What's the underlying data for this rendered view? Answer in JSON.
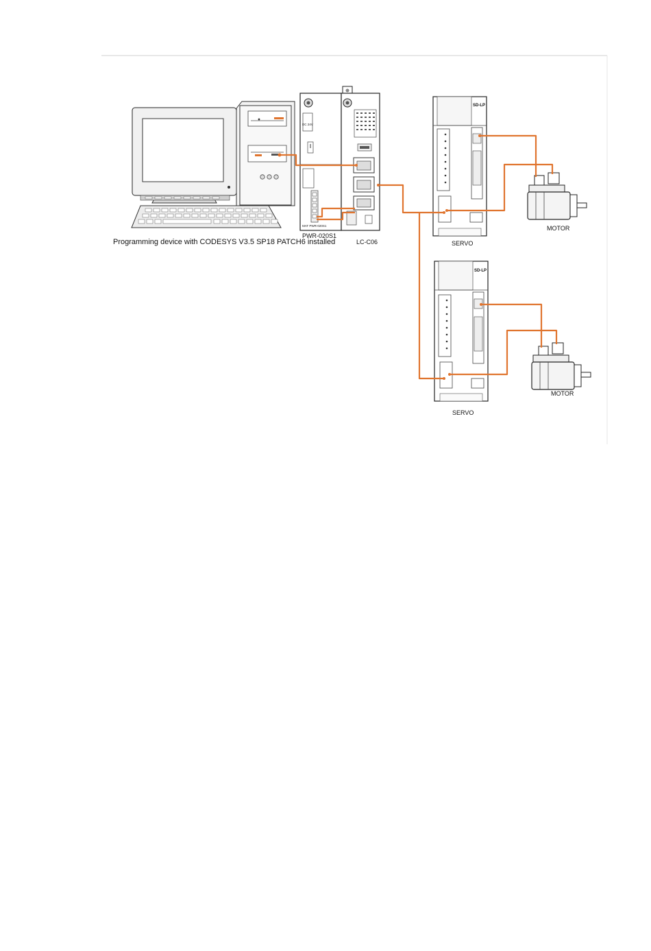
{
  "figure": {
    "caption_pc": "Programming device with CODESYS V3.5 SP18 PATCH6 installed",
    "label_power": "PWR-020S1",
    "label_cpu": "LC-C06",
    "label_servo_1": "SERVO",
    "label_servo_2": "SERVO",
    "label_motor_1": "MOTOR",
    "label_motor_2": "MOTOR",
    "servo_badge_1": "SD-LP",
    "servo_badge_2": "SD-LP",
    "power_dc": "DC 24V",
    "power_model": "MAT PWR-020S1"
  },
  "colors": {
    "wire": "#e0742e",
    "rule": "#d0d0d0",
    "device_outline": "#222222"
  }
}
